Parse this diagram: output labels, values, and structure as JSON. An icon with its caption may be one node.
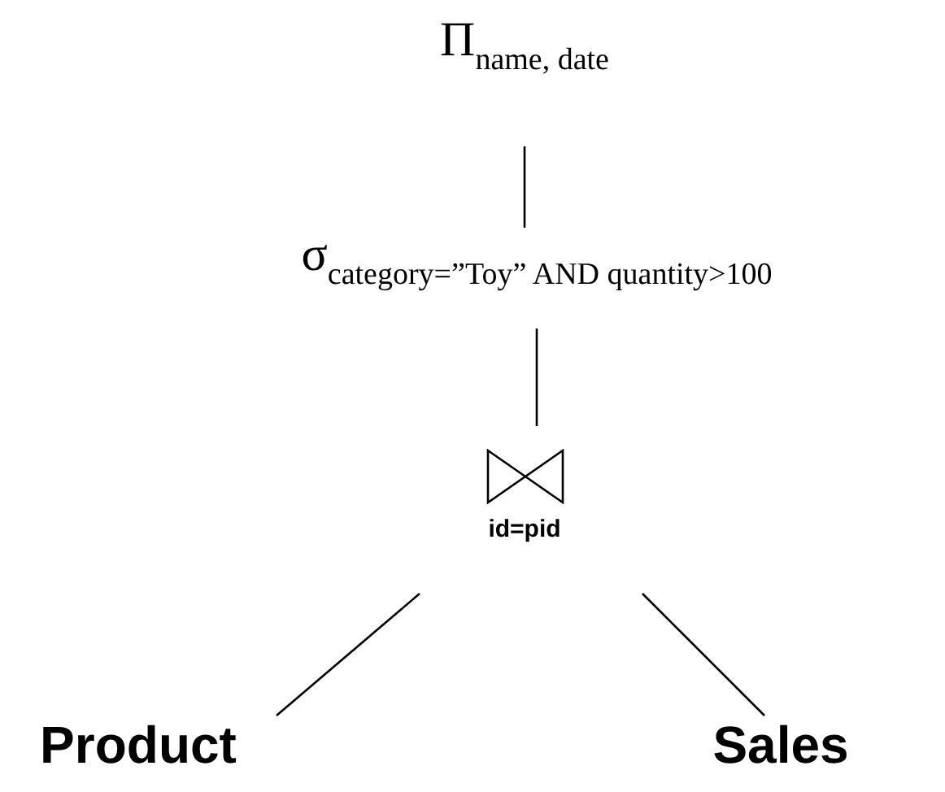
{
  "diagram": {
    "nodes": [
      {
        "text": [
          "Π$_{name, date}$"
        ]
      },
      {
        "text": [
          "σ$_{category=”Toy” AND quantity>100}$"
        ]
      },
      {
        "text": [
          "id=pid"
        ]
      },
      {
        "text": [
          "Product"
        ]
      },
      {
        "text": [
          "Sales"
        ]
      }
    ],
    "edges": [
      {
        "from": 0,
        "to": 1,
        "arrow": "none"
      },
      {
        "from": 1,
        "to": 2,
        "arrow": "none"
      },
      {
        "from": 2,
        "to": 3,
        "arrow": "none"
      },
      {
        "from": 2,
        "to": 4,
        "arrow": "none"
      }
    ]
  }
}
